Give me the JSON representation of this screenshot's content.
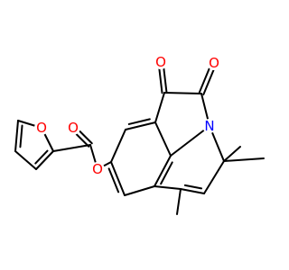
{
  "molecule": {
    "atoms": [
      {
        "id": "o-oxo-1",
        "element": "O",
        "color": "#ff0000"
      },
      {
        "id": "o-oxo-2",
        "element": "O",
        "color": "#ff0000"
      },
      {
        "id": "n-ring",
        "element": "N",
        "color": "#0000ff"
      },
      {
        "id": "o-carbonyl-ester",
        "element": "O",
        "color": "#ff0000"
      },
      {
        "id": "o-ester-link",
        "element": "O",
        "color": "#ff0000"
      },
      {
        "id": "o-furan",
        "element": "O",
        "color": "#ff0000"
      }
    ],
    "bond_color": "#000000"
  }
}
